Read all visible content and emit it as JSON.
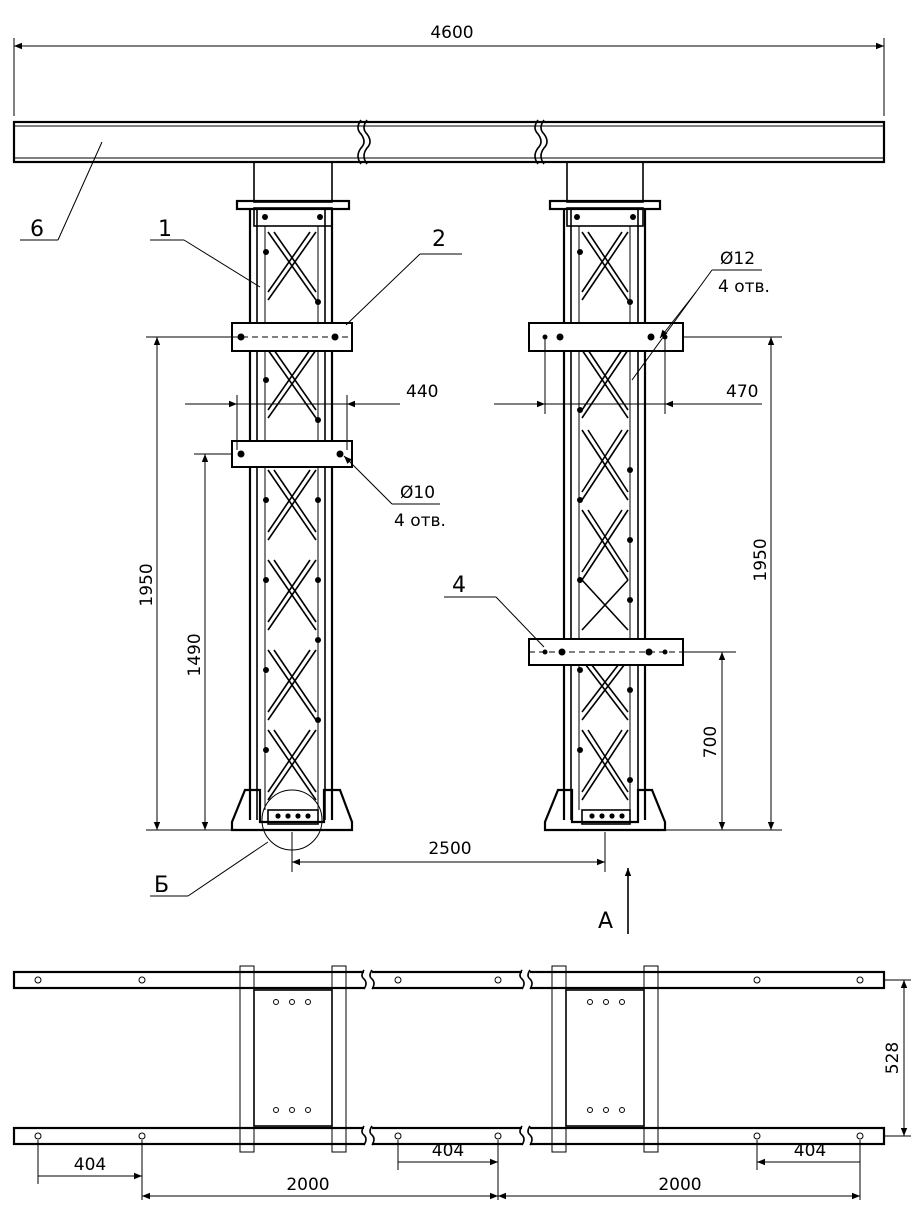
{
  "drawing": {
    "dimensions": {
      "span_total": "4600",
      "column_spacing": "2500",
      "height_left": "1950",
      "height_right": "1950",
      "lower_clamp_height": "1490",
      "bracket_height": "700",
      "clamp_width_left": "440",
      "clamp_width_right": "470",
      "plan_width": "528",
      "hole_offset_1": "404",
      "hole_offset_2": "404",
      "hole_offset_3": "404",
      "spacing_1": "2000",
      "spacing_2": "2000"
    },
    "notes": {
      "hole_left_diameter": "Ø10",
      "hole_left_count": "4 отв.",
      "hole_right_diameter": "Ø12",
      "hole_right_count": "4 отв."
    },
    "callouts": {
      "pos_1": "1",
      "pos_2": "2",
      "pos_4": "4",
      "pos_6": "6",
      "detail_b": "Б",
      "view_a": "А"
    }
  }
}
